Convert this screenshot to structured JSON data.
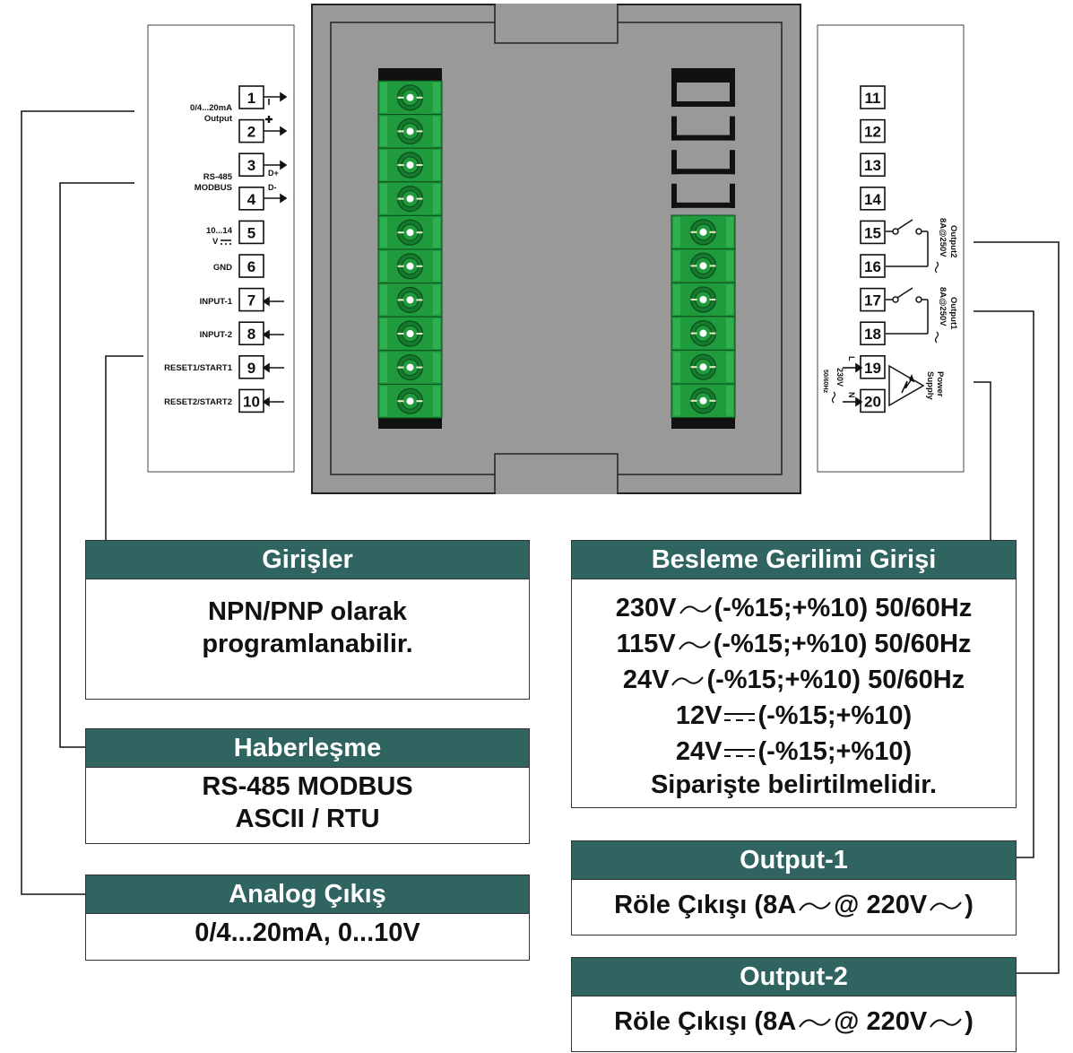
{
  "left_terminals": [
    {
      "num": "1"
    },
    {
      "num": "2"
    },
    {
      "num": "3"
    },
    {
      "num": "4"
    },
    {
      "num": "5"
    },
    {
      "num": "6"
    },
    {
      "num": "7"
    },
    {
      "num": "8"
    },
    {
      "num": "9"
    },
    {
      "num": "10"
    }
  ],
  "left_labels": {
    "analog_output_1": "0/4...20mA",
    "analog_output_2": "Output",
    "rs485_1": "RS-485",
    "rs485_2": "MODBUS",
    "d_plus": "D+",
    "d_minus": "D-",
    "supply_1": "10...14",
    "supply_2": "V",
    "gnd": "GND",
    "input1": "INPUT-1",
    "input2": "INPUT-2",
    "reset1": "RESET1/START1",
    "reset2": "RESET2/START2"
  },
  "right_terminals": [
    {
      "num": "11"
    },
    {
      "num": "12"
    },
    {
      "num": "13"
    },
    {
      "num": "14"
    },
    {
      "num": "15"
    },
    {
      "num": "16"
    },
    {
      "num": "17"
    },
    {
      "num": "18"
    },
    {
      "num": "19"
    },
    {
      "num": "20"
    }
  ],
  "right_labels": {
    "output2_title": "Output2",
    "output2_rating": "8A@250V",
    "output1_title": "Output1",
    "output1_rating": "8A@250V",
    "power_1": "Power",
    "power_2": "Supply",
    "l": "L",
    "n": "N",
    "voltage": "230V",
    "freq": "50/60Hz"
  },
  "boxes": {
    "girisler": {
      "title": "Girişler",
      "lines": [
        "NPN/PNP olarak",
        "programlanabilir."
      ]
    },
    "haberlesme": {
      "title": "Haberleşme",
      "lines": [
        "RS-485 MODBUS",
        "ASCII / RTU"
      ]
    },
    "analog": {
      "title": "Analog Çıkış",
      "lines": [
        "0/4...20mA, 0...10V"
      ]
    },
    "besleme": {
      "title": "Besleme Gerilimi Girişi",
      "l1_a": "230V",
      "l1_b": "(-%15;+%10) 50/60Hz",
      "l2_a": "115V",
      "l2_b": "(-%15;+%10) 50/60Hz",
      "l3_a": "24V",
      "l3_b": "(-%15;+%10) 50/60Hz",
      "l4_a": "12V",
      "l4_b": "(-%15;+%10)",
      "l5_a": "24V",
      "l5_b": "(-%15;+%10)",
      "l6": "Siparişte belirtilmelidir."
    },
    "output1": {
      "title": "Output-1",
      "a": "Röle Çıkışı (8A",
      "b": "@ 220V",
      "c": ")"
    },
    "output2": {
      "title": "Output-2",
      "a": "Röle Çıkışı (8A",
      "b": "@ 220V",
      "c": ")"
    }
  },
  "colors": {
    "header": "#2f6461",
    "connector_green": "#1f9a3c",
    "housing": "#999999"
  }
}
